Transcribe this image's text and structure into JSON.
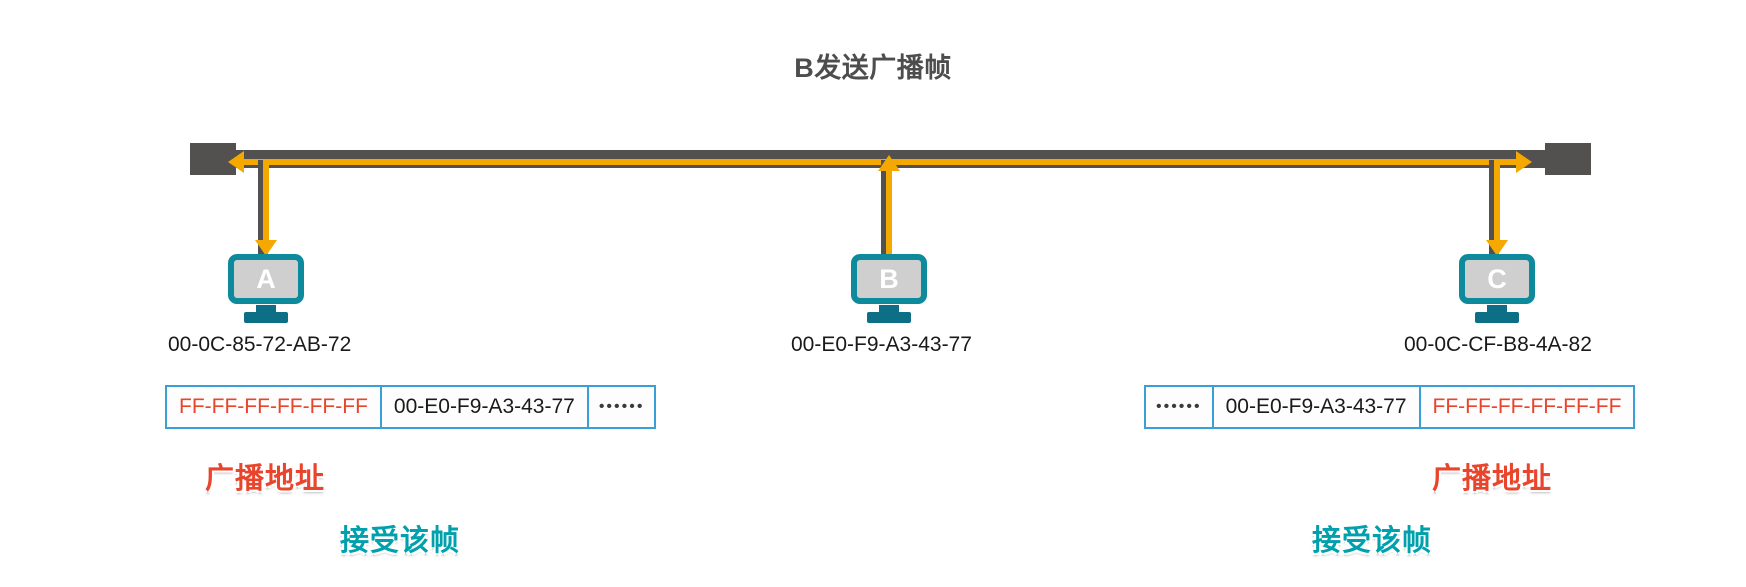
{
  "title": "B发送广播帧",
  "diagram": {
    "type": "ethernet-bus-broadcast",
    "bus_label": "shared bus / coaxial segment",
    "terminators": [
      "left-terminator",
      "right-terminator"
    ],
    "hosts": [
      {
        "id": "A",
        "letter": "A",
        "mac": "00-0C-85-72-AB-72",
        "signal_direction": "down",
        "role": "receiver"
      },
      {
        "id": "B",
        "letter": "B",
        "mac": "00-E0-F9-A3-43-77",
        "signal_direction": "up",
        "role": "sender"
      },
      {
        "id": "C",
        "letter": "C",
        "mac": "00-0C-CF-B8-4A-82",
        "signal_direction": "down",
        "role": "receiver"
      }
    ]
  },
  "frames": {
    "left": {
      "cells": [
        {
          "text": "FF-FF-FF-FF-FF-FF",
          "kind": "dest"
        },
        {
          "text": "00-E0-F9-A3-43-77",
          "kind": "src"
        },
        {
          "text": "••••••",
          "kind": "dots"
        }
      ]
    },
    "right": {
      "cells": [
        {
          "text": "••••••",
          "kind": "dots"
        },
        {
          "text": "00-E0-F9-A3-43-77",
          "kind": "src"
        },
        {
          "text": "FF-FF-FF-FF-FF-FF",
          "kind": "dest"
        }
      ]
    }
  },
  "callouts": {
    "broadcast_left": "广播地址",
    "broadcast_right": "广播地址",
    "accept_left": "接受该帧",
    "accept_right": "接受该帧"
  },
  "colors": {
    "bus_gray": "#53514f",
    "signal_orange": "#f5a800",
    "host_teal": "#0d8a9c",
    "frame_border_blue": "#3a9fd6",
    "broadcast_red": "#e8452c",
    "accept_teal": "#00a0ac",
    "title_gray": "#4d4d4d"
  }
}
